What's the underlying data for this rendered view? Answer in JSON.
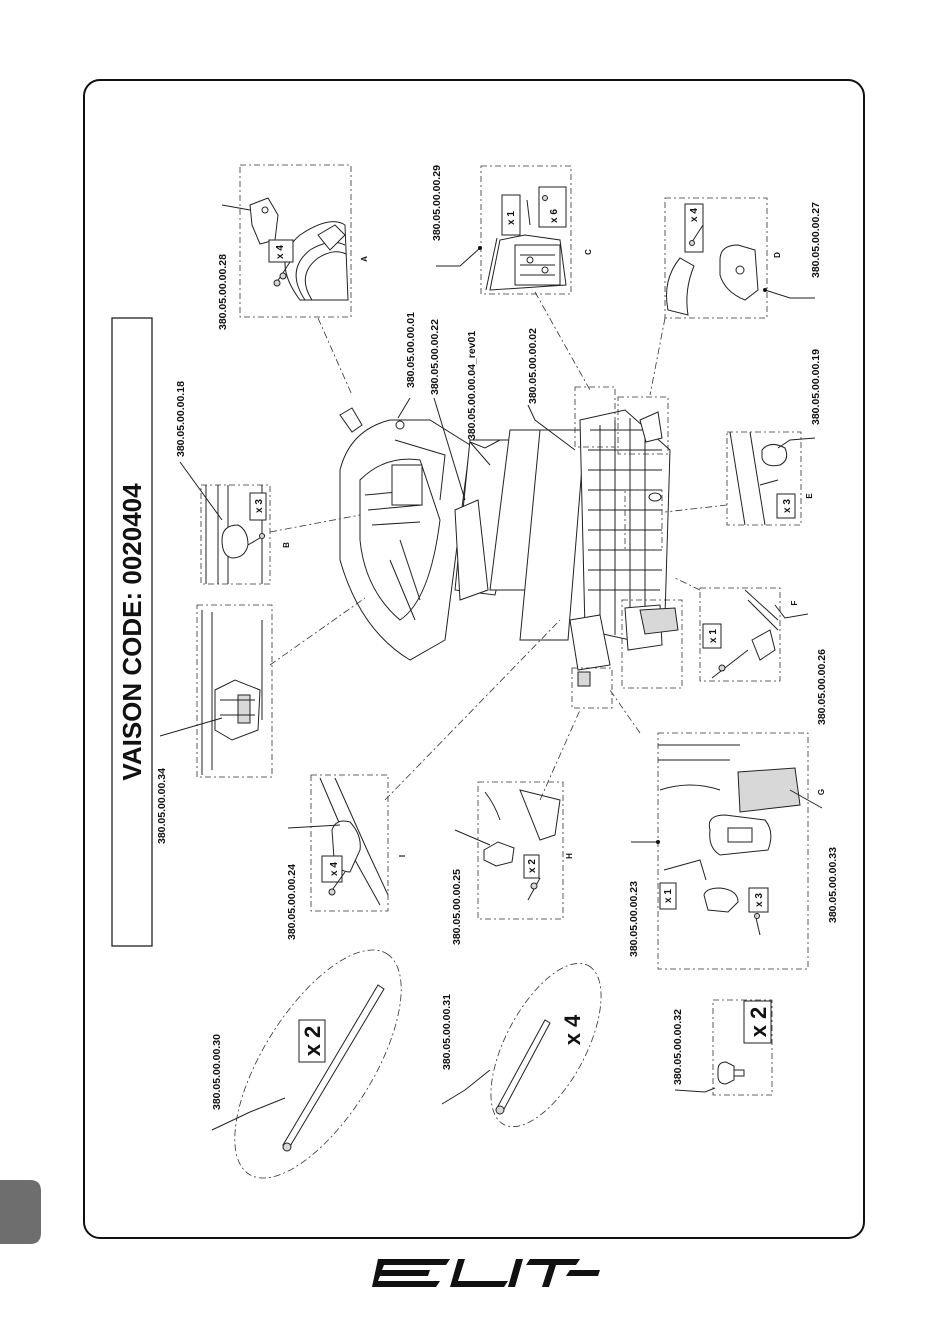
{
  "title": "VAISON CODE: 0020404",
  "brand": "ELITE",
  "colors": {
    "tab": "#6e6e6e",
    "ink": "#111111"
  },
  "part_numbers": {
    "p28": "380.05.00.00.28",
    "p29": "380.05.00.00.29",
    "p27": "380.05.00.00.27",
    "p01": "380.05.00.00.01",
    "p22": "380.05.00.00.22",
    "p04": "380.05.00.00.04_rev01",
    "p02": "380.05.00.00.02",
    "p19": "380.05.00.00.19",
    "p18": "380.05.00.00.18",
    "p34": "380.05.00.00.34",
    "p26": "380.05.00.00.26",
    "p24": "380.05.00.00.24",
    "p25": "380.05.00.00.25",
    "p23": "380.05.00.00.23",
    "p33": "380.05.00.00.33",
    "p30": "380.05.00.00.30",
    "p31": "380.05.00.00.31",
    "p32": "380.05.00.00.32"
  },
  "details": {
    "a": "A",
    "b": "B",
    "c": "C",
    "d": "D",
    "e": "E",
    "f": "F",
    "g": "G",
    "h": "H",
    "i": "I"
  },
  "quantities": {
    "a": "x 4",
    "b": "x 3",
    "c1": "x 1",
    "c2": "x 6",
    "d": "x 4",
    "e": "x 3",
    "f": "x 1",
    "g1": "x 1",
    "g2": "x 3",
    "h": "x 2",
    "i": "x 4",
    "p30": "x 2",
    "p31": "x 4",
    "p32": "x 2"
  }
}
